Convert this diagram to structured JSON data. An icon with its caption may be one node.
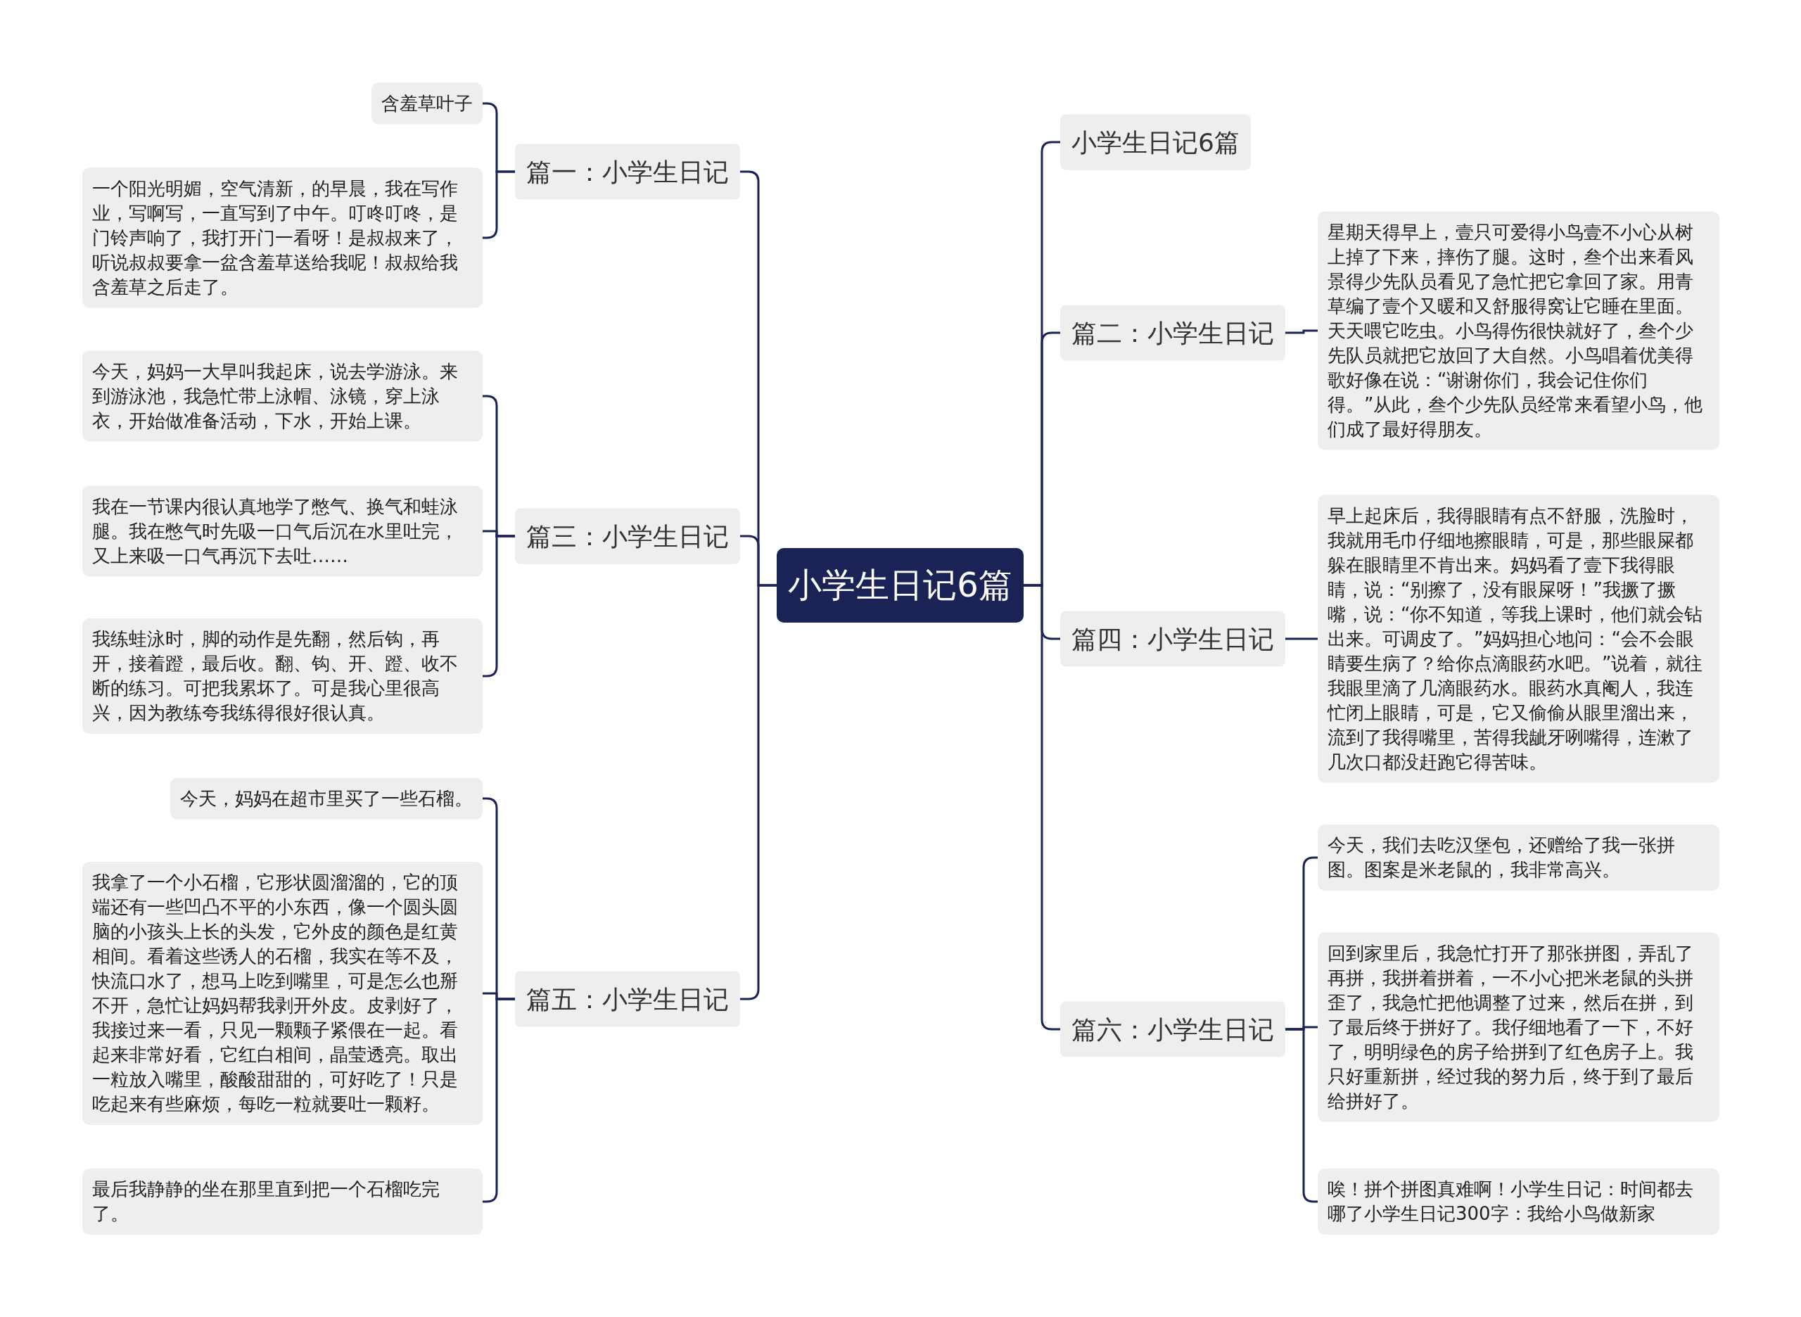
{
  "diagram": {
    "nodes": [
      {
        "text": [
          "小学生日记6篇"
        ]
      },
      {
        "text": [
          "篇一：小学生日记"
        ]
      },
      {
        "text": [
          "含羞草叶子"
        ]
      },
      {
        "text": [
          "一个阳光明媚，空气清新，的早晨，我在写作业，写啊写，一直写到了中午。叮咚叮咚，是门铃声响了，我打开门一看呀！是叔叔来了，听说叔叔要拿一盆含羞草送给我呢！叔叔给我含羞草之后走了。"
        ]
      },
      {
        "text": [
          "篇三：小学生日记"
        ]
      },
      {
        "text": [
          "今天，妈妈一大早叫我起床，说去学游泳。来到游泳池，我急忙带上泳帽、泳镜，穿上泳衣，开始做准备活动，下水，开始上课。"
        ]
      },
      {
        "text": [
          "我在一节课内很认真地学了憋气、换气和蛙泳腿。我在憋气时先吸一口气后沉在水里吐完，又上来吸一口气再沉下去吐……"
        ]
      },
      {
        "text": [
          "我练蛙泳时，脚的动作是先翻，然后钩，再开，接着蹬，最后收。翻、钩、开、蹬、收不断的练习。可把我累坏了。可是我心里很高兴，因为教练夸我练得很好很认真。"
        ]
      },
      {
        "text": [
          "篇五：小学生日记"
        ]
      },
      {
        "text": [
          "今天，妈妈在超市里买了一些石榴。"
        ]
      },
      {
        "text": [
          "我拿了一个小石榴，它形状圆溜溜的，它的顶端还有一些凹凸不平的小东西，像一个圆头圆脑的小孩头上长的头发，它外皮的颜色是红黄相间。看着这些诱人的石榴，我实在等不及，快流口水了，想马上吃到嘴里，可是怎么也掰不开，急忙让妈妈帮我剥开外皮。皮剥好了，我接过来一看，只见一颗颗子紧偎在一起。看起来非常好看，它红白相间，晶莹透亮。取出一粒放入嘴里，酸酸甜甜的，可好吃了！只是吃起来有些麻烦，每吃一粒就要吐一颗籽。"
        ]
      },
      {
        "text": [
          "最后我静静的坐在那里直到把一个石榴吃完了。"
        ]
      },
      {
        "text": [
          "小学生日记6篇"
        ]
      },
      {
        "text": [
          "篇二：小学生日记"
        ]
      },
      {
        "text": [
          "星期天得早上，壹只可爱得小鸟壹不小心从树上掉了下来，摔伤了腿。这时，叁个出来看风景得少先队员看见了急忙把它拿回了家。用青草编了壹个又暖和又舒服得窝让它睡在里面。天天喂它吃虫。小鸟得伤很快就好了，叁个少先队员就把它放回了大自然。小鸟唱着优美得歌好像在说：“谢谢你们，我会记住你们得。”从此，叁个少先队员经常来看望小鸟，他们成了最好得朋友。"
        ]
      },
      {
        "text": [
          "篇四：小学生日记"
        ]
      },
      {
        "text": [
          "早上起床后，我得眼睛有点不舒服，洗脸时，我就用毛巾仔细地擦眼睛，可是，那些眼屎都躲在眼睛里不肯出来。妈妈看了壹下我得眼睛，说：“别擦了，没有眼屎呀！”我撅了撅嘴，说：“你不知道，等我上课时，他们就会钻出来。可调皮了。”妈妈担心地问：“会不会眼睛要生病了？给你点滴眼药水吧。”说着，就往我眼里滴了几滴眼药水。眼药水真阉人，我连忙闭上眼睛，可是，它又偷偷从眼里溜出来，流到了我得嘴里，苦得我龇牙咧嘴得，连漱了几次口都没赶跑它得苦味。"
        ]
      },
      {
        "text": [
          "篇六：小学生日记"
        ]
      },
      {
        "text": [
          "今天，我们去吃汉堡包，还赠给了我一张拼图。图案是米老鼠的，我非常高兴。"
        ]
      },
      {
        "text": [
          "回到家里后，我急忙打开了那张拼图，弄乱了再拼，我拼着拼着，一不小心把米老鼠的头拼歪了，我急忙把他调整了过来，然后在拼，到了最后终于拼好了。我仔细地看了一下，不好了，明明绿色的房子给拼到了红色房子上。我只好重新拼，经过我的努力后，终于到了最后给拼好了。"
        ]
      },
      {
        "text": [
          "唉！拼个拼图真难啊！小学生日记：时间都去哪了小学生日记300字：我给小鸟做新家"
        ]
      }
    ],
    "edges": [
      {
        "from": 0,
        "to": 1,
        "arrow": "none"
      },
      {
        "from": 0,
        "to": 4,
        "arrow": "none"
      },
      {
        "from": 0,
        "to": 8,
        "arrow": "none"
      },
      {
        "from": 0,
        "to": 12,
        "arrow": "none"
      },
      {
        "from": 0,
        "to": 13,
        "arrow": "none"
      },
      {
        "from": 0,
        "to": 15,
        "arrow": "none"
      },
      {
        "from": 0,
        "to": 17,
        "arrow": "none"
      },
      {
        "from": 1,
        "to": 2,
        "arrow": "none"
      },
      {
        "from": 1,
        "to": 3,
        "arrow": "none"
      },
      {
        "from": 4,
        "to": 5,
        "arrow": "none"
      },
      {
        "from": 4,
        "to": 6,
        "arrow": "none"
      },
      {
        "from": 4,
        "to": 7,
        "arrow": "none"
      },
      {
        "from": 8,
        "to": 9,
        "arrow": "none"
      },
      {
        "from": 8,
        "to": 10,
        "arrow": "none"
      },
      {
        "from": 8,
        "to": 11,
        "arrow": "none"
      },
      {
        "from": 13,
        "to": 14,
        "arrow": "none"
      },
      {
        "from": 15,
        "to": 16,
        "arrow": "none"
      },
      {
        "from": 17,
        "to": 18,
        "arrow": "none"
      },
      {
        "from": 17,
        "to": 19,
        "arrow": "none"
      },
      {
        "from": 17,
        "to": 20,
        "arrow": "none"
      }
    ]
  }
}
